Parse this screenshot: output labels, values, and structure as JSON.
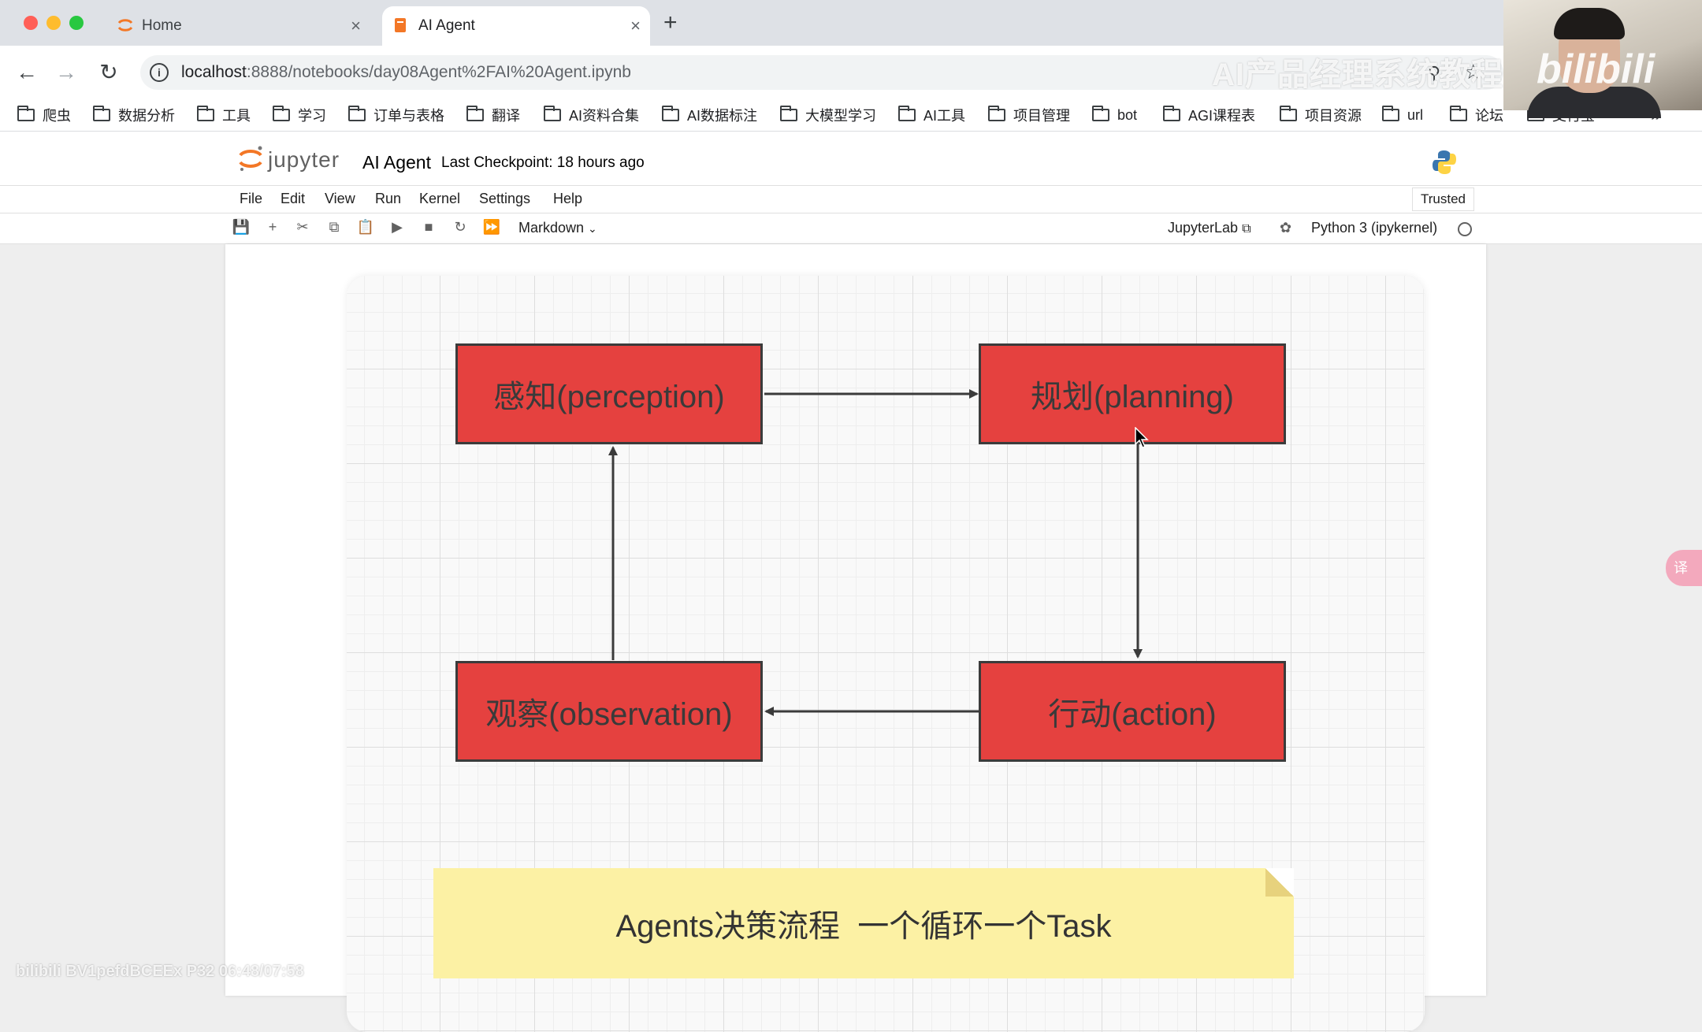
{
  "browser": {
    "tabs": [
      {
        "label": "Home",
        "active": false
      },
      {
        "label": "AI Agent",
        "active": true
      }
    ],
    "new_tab_symbol": "+",
    "close_symbol": "×",
    "url_host": "localhost",
    "url_rest": ":8888/notebooks/day08Agent%2FAI%20Agent.ipynb",
    "bookmarks": [
      "爬虫",
      "数据分析",
      "工具",
      "学习",
      "订单与表格",
      "翻译",
      "AI资料合集",
      "AI数据标注",
      "大模型学习",
      "AI工具",
      "项目管理",
      "bot",
      "AGI课程表",
      "项目资源",
      "url",
      "论坛",
      "支付宝"
    ],
    "bookmarks_more": "»"
  },
  "watermark": {
    "title": "AI产品经理系统教程",
    "logo": "bilibili",
    "video_id": "bilibili  BV1pefdBCEEx P32 06:48/07:58"
  },
  "jupyter": {
    "brand": "jupyter",
    "notebook_title": "AI Agent",
    "checkpoint": "Last Checkpoint: 18 hours ago",
    "menus": [
      "File",
      "Edit",
      "View",
      "Run",
      "Kernel",
      "Settings",
      "Help"
    ],
    "trusted": "Trusted",
    "cell_type": "Markdown",
    "jupyterlab_link": "JupyterLab",
    "kernel": "Python 3 (ipykernel)"
  },
  "diagram": {
    "nodes": {
      "perception": "感知(perception)",
      "planning": "规划(planning)",
      "action": "行动(action)",
      "observation": "观察(observation)"
    },
    "note": "Agents决策流程  一个循环一个Task"
  },
  "side_button": "译",
  "colors": {
    "node_fill": "#e5413f",
    "note_fill": "#fcf1a4",
    "jupyter_orange": "#f37726"
  }
}
